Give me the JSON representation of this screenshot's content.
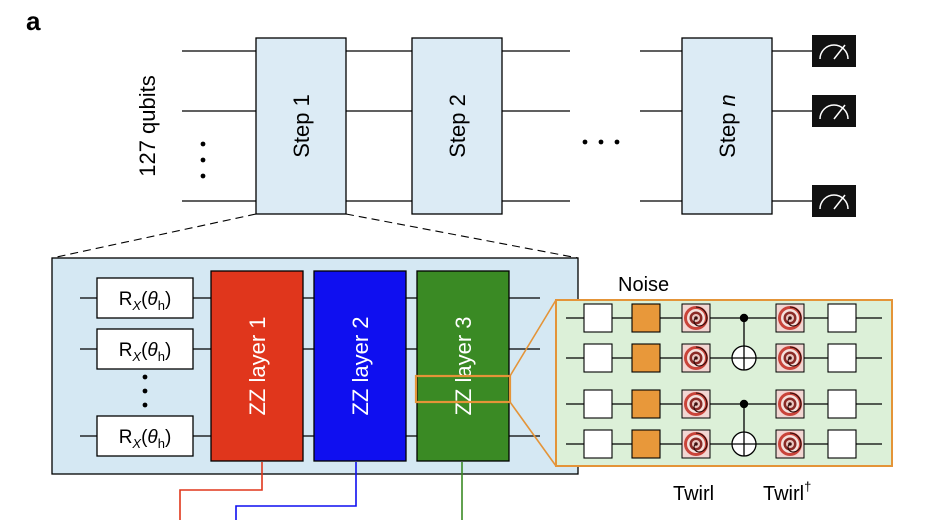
{
  "panel_label": "a",
  "circuit": {
    "qubit_label": "127 qubits",
    "steps": [
      "Step 1",
      "Step 2",
      "Step n"
    ],
    "step_n_prefix": "Step ",
    "step_n_var": "n",
    "ellipsis": "· · ·"
  },
  "detail": {
    "rx_gate": {
      "base": "R",
      "sub": "X",
      "arg": "θ",
      "arg_sub": "h"
    },
    "layers": [
      {
        "label": "ZZ layer 1",
        "color": "#e0361c"
      },
      {
        "label": "ZZ layer 2",
        "color": "#0f0ff0"
      },
      {
        "label": "ZZ layer 3",
        "color": "#3a8a24"
      }
    ],
    "panel_fill": "#d5e8f3"
  },
  "twirl": {
    "noise_label": "Noise",
    "twirl_label": "Twirl",
    "twirl_dagger_label": "Twirl",
    "dagger": "†",
    "panel_fill": "#dcf0d8",
    "border_color": "#e49438",
    "noise_color": "#e8983a"
  }
}
